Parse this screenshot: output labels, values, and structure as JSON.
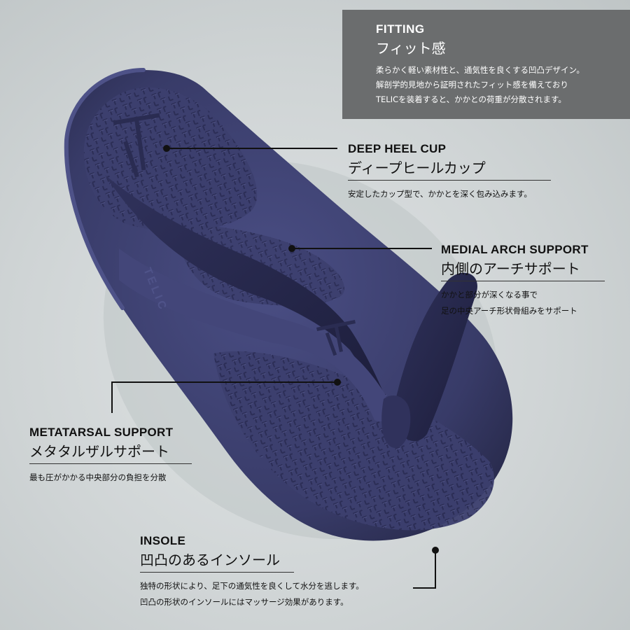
{
  "fitting": {
    "title": "FITTING",
    "subtitle": "フィット感",
    "desc": [
      "柔らかく軽い素材性と、通気性を良くする凹凸デザイン。",
      "解剖学的見地から証明されたフィット感を備えており",
      "TELICを装着すると、かかとの荷重が分散されます。"
    ]
  },
  "features": {
    "heel": {
      "title": "DEEP HEEL CUP",
      "subtitle": "ディープヒールカップ",
      "desc": [
        "安定したカップ型で、かかとを深く包み込みます。"
      ]
    },
    "arch": {
      "title": "MEDIAL ARCH SUPPORT",
      "subtitle": "内側のアーチサポート",
      "desc": [
        "かかと部分が深くなる事で",
        "足の中央アーチ形状骨組みをサポート"
      ]
    },
    "metatarsal": {
      "title": "METATARSAL SUPPORT",
      "subtitle": "メタタルザルサポート",
      "desc": [
        "最も圧がかかる中央部分の負担を分散"
      ]
    },
    "insole": {
      "title": "INSOLE",
      "subtitle": "凹凸のあるインソール",
      "desc": [
        "独特の形状により、足下の通気性を良くして水分を逃します。",
        "凹凸の形状のインソールにはマッサージ効果があります。"
      ]
    }
  },
  "product": {
    "brand_emboss": "TELIC",
    "color": "#3a3d6b",
    "color_dark": "#24264a",
    "color_light": "#4d5187"
  }
}
